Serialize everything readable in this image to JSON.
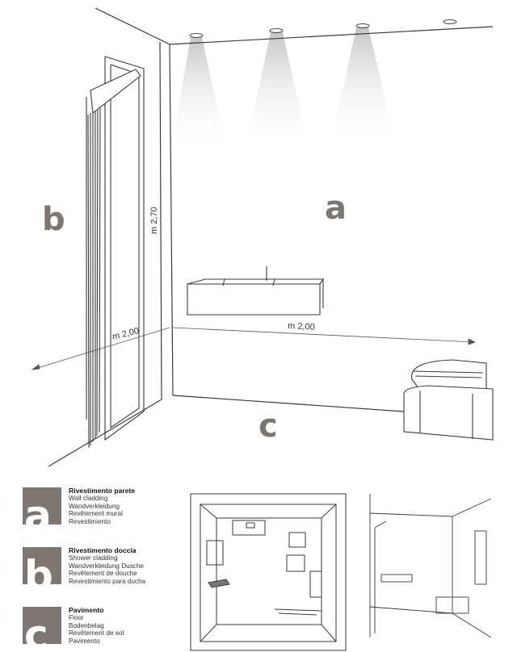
{
  "scene_labels": {
    "wall": "a",
    "shower": "b",
    "floor": "c"
  },
  "dimensions": {
    "height": "m 2,70",
    "left_width": "m 2,00",
    "right_width": "m 2,00"
  },
  "legend": [
    {
      "letter": "a",
      "title": "Rivestimento parete",
      "lines": [
        "Wall cladding",
        "Wandverkleidung",
        "Revêtement mural",
        "Revestimiento"
      ]
    },
    {
      "letter": "b",
      "title": "Rivestimento doccia",
      "lines": [
        "Shower cladding",
        "Wandverkleidung Dusche",
        "Revêtement de douche",
        "Revestimiento para ducha"
      ]
    },
    {
      "letter": "c",
      "title": "Pavimento",
      "lines": [
        "Floor",
        "Bodenbelag",
        "Revêtement de sol",
        "Pavimento"
      ]
    }
  ],
  "colors": {
    "label_gray": "#7d7671",
    "line": "#3a3a3a"
  }
}
